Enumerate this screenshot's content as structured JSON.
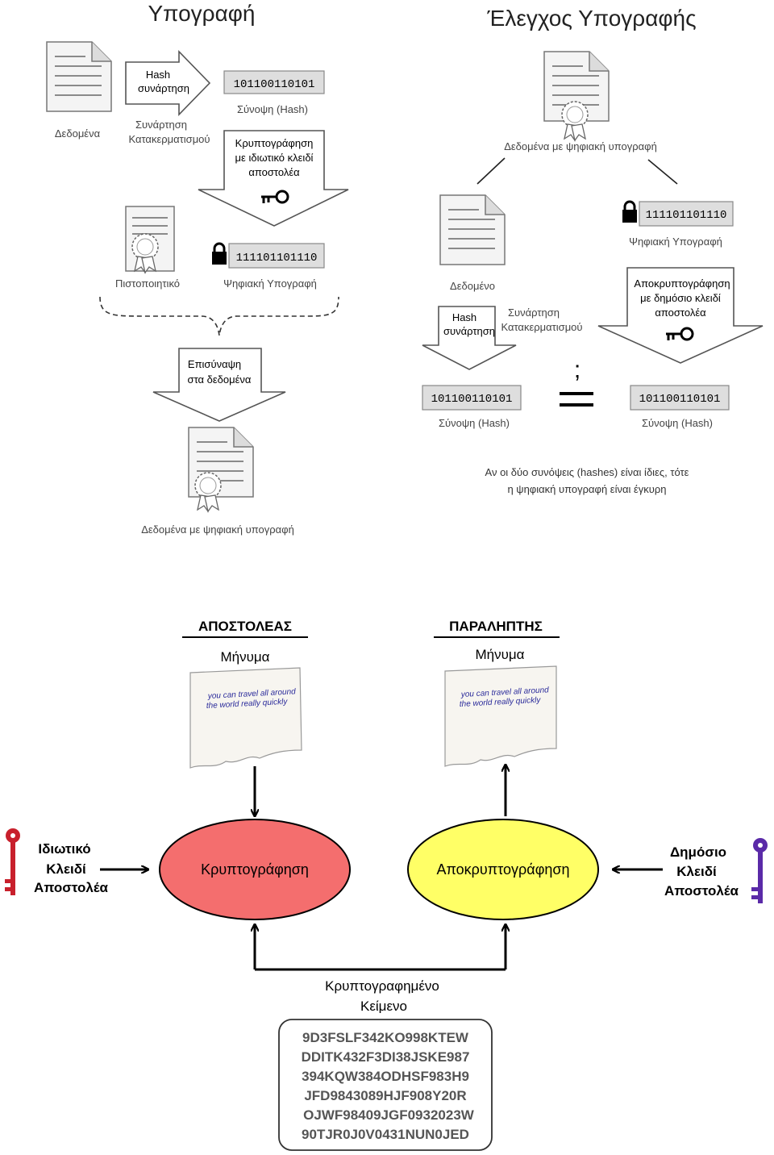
{
  "top": {
    "left_title": "Υπογραφή",
    "right_title": "Έλεγχος Υπογραφής",
    "left": {
      "data_label": "Δεδομένα",
      "hash_fn": {
        "line1": "Hash",
        "line2": "συνάρτηση"
      },
      "hash_fn_caption": {
        "line1": "Συνάρτηση",
        "line2": "Κατακερματισμού"
      },
      "hash_value": "101100110101",
      "hash_caption": "Σύνοψη (Hash)",
      "encrypt": {
        "line1": "Κρυπτογράφηση",
        "line2": "με ιδιωτικό κλειδί",
        "line3": "αποστολέα"
      },
      "certificate_label": "Πιστοποιητικό",
      "signature_value": "111101101110",
      "signature_caption": "Ψηφιακή Υπογραφή",
      "attach": {
        "line1": "Επισύναψη",
        "line2": "στα δεδομένα"
      },
      "signed_data_label": "Δεδομένα με ψηφιακή υπογραφή"
    },
    "right": {
      "signed_data_label": "Δεδομένα με ψηφιακή υπογραφή",
      "data_label": "Δεδομένο",
      "signature_value": "111101101110",
      "signature_caption": "Ψηφιακή Υπογραφή",
      "hash_fn": {
        "line1": "Hash",
        "line2": "συνάρτηση"
      },
      "hash_fn_caption": {
        "line1": "Συνάρτηση",
        "line2": "Κατακερματισμού"
      },
      "decrypt": {
        "line1": "Αποκρυπτογράφηση",
        "line2": "με δημόσιο κλειδί",
        "line3": "αποστολέα"
      },
      "hash_left_value": "101100110101",
      "hash_right_value": "101100110101",
      "hash_caption": "Σύνοψη (Hash)",
      "question_mark": ";",
      "conclusion": {
        "line1": "Αν οι δύο συνόψεις (hashes) είναι ίδιες, τότε",
        "line2": "η ψηφιακή υπογραφή είναι έγκυρη"
      }
    }
  },
  "bottom": {
    "sender_heading": "ΑΠΟΣΤΟΛΕΑΣ",
    "receiver_heading": "ΠΑΡΑΛΗΠΤΗΣ",
    "sender_message_label": "Μήνυμα",
    "receiver_message_label": "Μήνυμα",
    "note_text": {
      "line1": "you can travel all around",
      "line2": "the world really quickly"
    },
    "private_key": {
      "line1": "Ιδιωτικό",
      "line2": "Κλειδί",
      "line3": "Αποστολέα"
    },
    "public_key": {
      "line1": "Δημόσιο",
      "line2": "Κλειδί",
      "line3": "Αποστολέα"
    },
    "encrypt_label": "Κρυπτογράφηση",
    "decrypt_label": "Αποκρυπτογράφηση",
    "ciphertext_label": {
      "line1": "Κρυπτογραφημένο",
      "line2": "Κείμενο"
    },
    "ciphertext_lines": [
      "9D3FSLF342KO998KTEW",
      "DDITK432F3DI38JSKE987",
      "394KQW384ODHSF983H9",
      "JFD9843089HJF908Y20R",
      "OJWF98409JGF0932023W",
      "90TJR0J0V0431NUN0JED"
    ]
  },
  "colors": {
    "encrypt_ellipse": "#f46e6e",
    "decrypt_ellipse": "#ffff66",
    "private_key": "#c8202c",
    "public_key": "#5a2aa8"
  }
}
